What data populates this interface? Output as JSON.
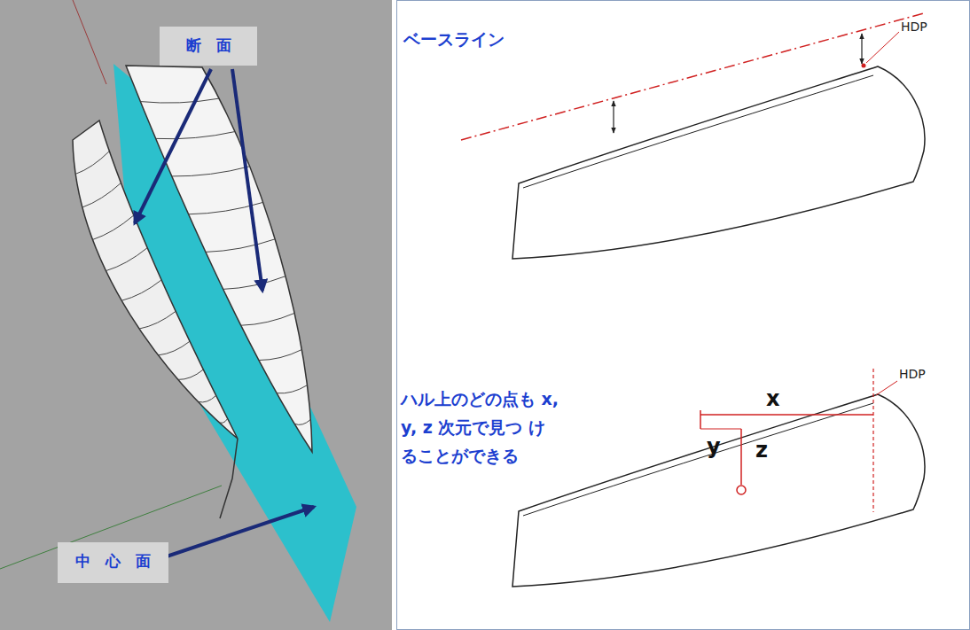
{
  "diagram": {
    "nodes": [
      {
        "text": [
          "断　面"
        ]
      },
      {
        "text": [
          "中　心　面"
        ]
      }
    ],
    "labels": [
      "ベースライン",
      "HDP",
      "ハル上のどの点も x, y, z 次元で見つ けることができる",
      "HDP",
      "x",
      "y",
      "z"
    ]
  }
}
